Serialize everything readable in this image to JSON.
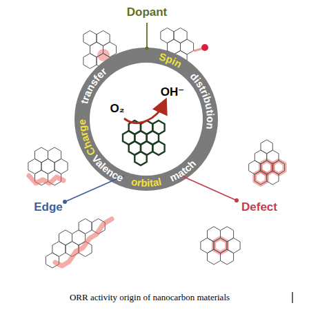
{
  "diagram": {
    "caption": "ORR activity origin of nanocarbon materials",
    "labels": [
      "Dopant",
      "Edge",
      "Defect",
      "Charge",
      "transfer",
      "Spin",
      "distribution",
      "Valence",
      "orbital",
      "match",
      "O₂",
      "OH⁻"
    ]
  }
}
